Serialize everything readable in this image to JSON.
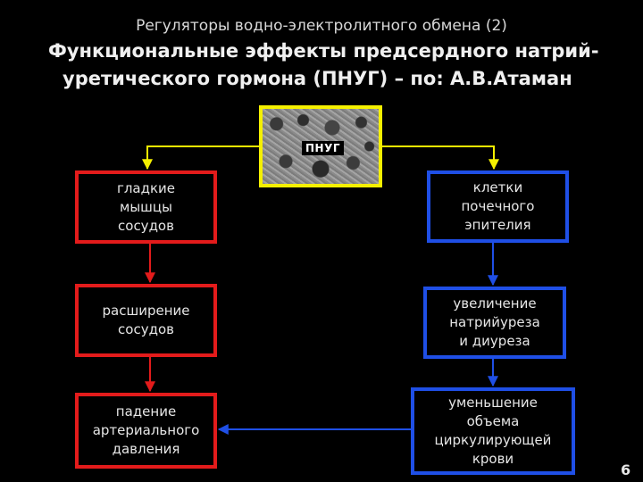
{
  "header": {
    "subtitle": "Регуляторы водно-электролитного обмена (2)",
    "title_line1": "Функциональные эффекты  предсердного натрий-",
    "title_line2": "уретического гормона (ПНУГ) – по: А.В.Атаман"
  },
  "center": {
    "label": "ПНУГ"
  },
  "left_chain": [
    {
      "text": "гладкие\nмышцы\nсосудов"
    },
    {
      "text": "расширение\nсосудов"
    },
    {
      "text": "падение\nартериального\nдавления"
    }
  ],
  "right_chain": [
    {
      "text": "клетки\nпочечного\nэпителия"
    },
    {
      "text": "увеличение\nнатрийуреза\nи диуреза"
    },
    {
      "text": "уменьшение\nобъема\nциркулирующей\nкрови"
    }
  ],
  "page_number": "6",
  "colors": {
    "left_chain": "#e31b1b",
    "right_chain": "#1f4fe6",
    "center_frame": "#f5f000",
    "background": "#000000"
  }
}
